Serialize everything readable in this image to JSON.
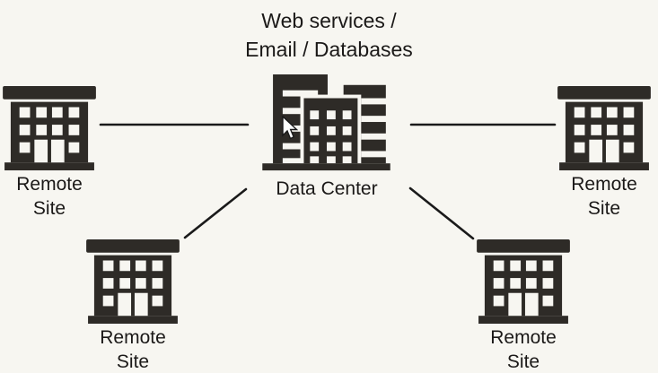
{
  "canvas": {
    "background_color": "#f7f6f1",
    "icon_color": "#2e2b27",
    "text_color": "#1b1918",
    "line_color": "#1a1a1a"
  },
  "title": {
    "line1": "Web services /",
    "line2": "Email / Databases"
  },
  "nodes": {
    "data_center": {
      "label": "Data Center",
      "icon": "city-buildings-icon"
    },
    "remote_site_left": {
      "label": "Remote Site",
      "icon": "office-building-icon"
    },
    "remote_site_right": {
      "label": "Remote Site",
      "icon": "office-building-icon"
    },
    "remote_site_bottom_left": {
      "label": "Remote Site",
      "icon": "office-building-icon"
    },
    "remote_site_bottom_right": {
      "label": "Remote Site",
      "icon": "office-building-icon"
    }
  },
  "cursor": {
    "icon": "mouse-pointer-icon"
  },
  "connections": [
    {
      "from": "remote_site_left",
      "to": "data_center"
    },
    {
      "from": "data_center",
      "to": "remote_site_right"
    },
    {
      "from": "data_center",
      "to": "remote_site_bottom_left"
    },
    {
      "from": "data_center",
      "to": "remote_site_bottom_right"
    }
  ]
}
